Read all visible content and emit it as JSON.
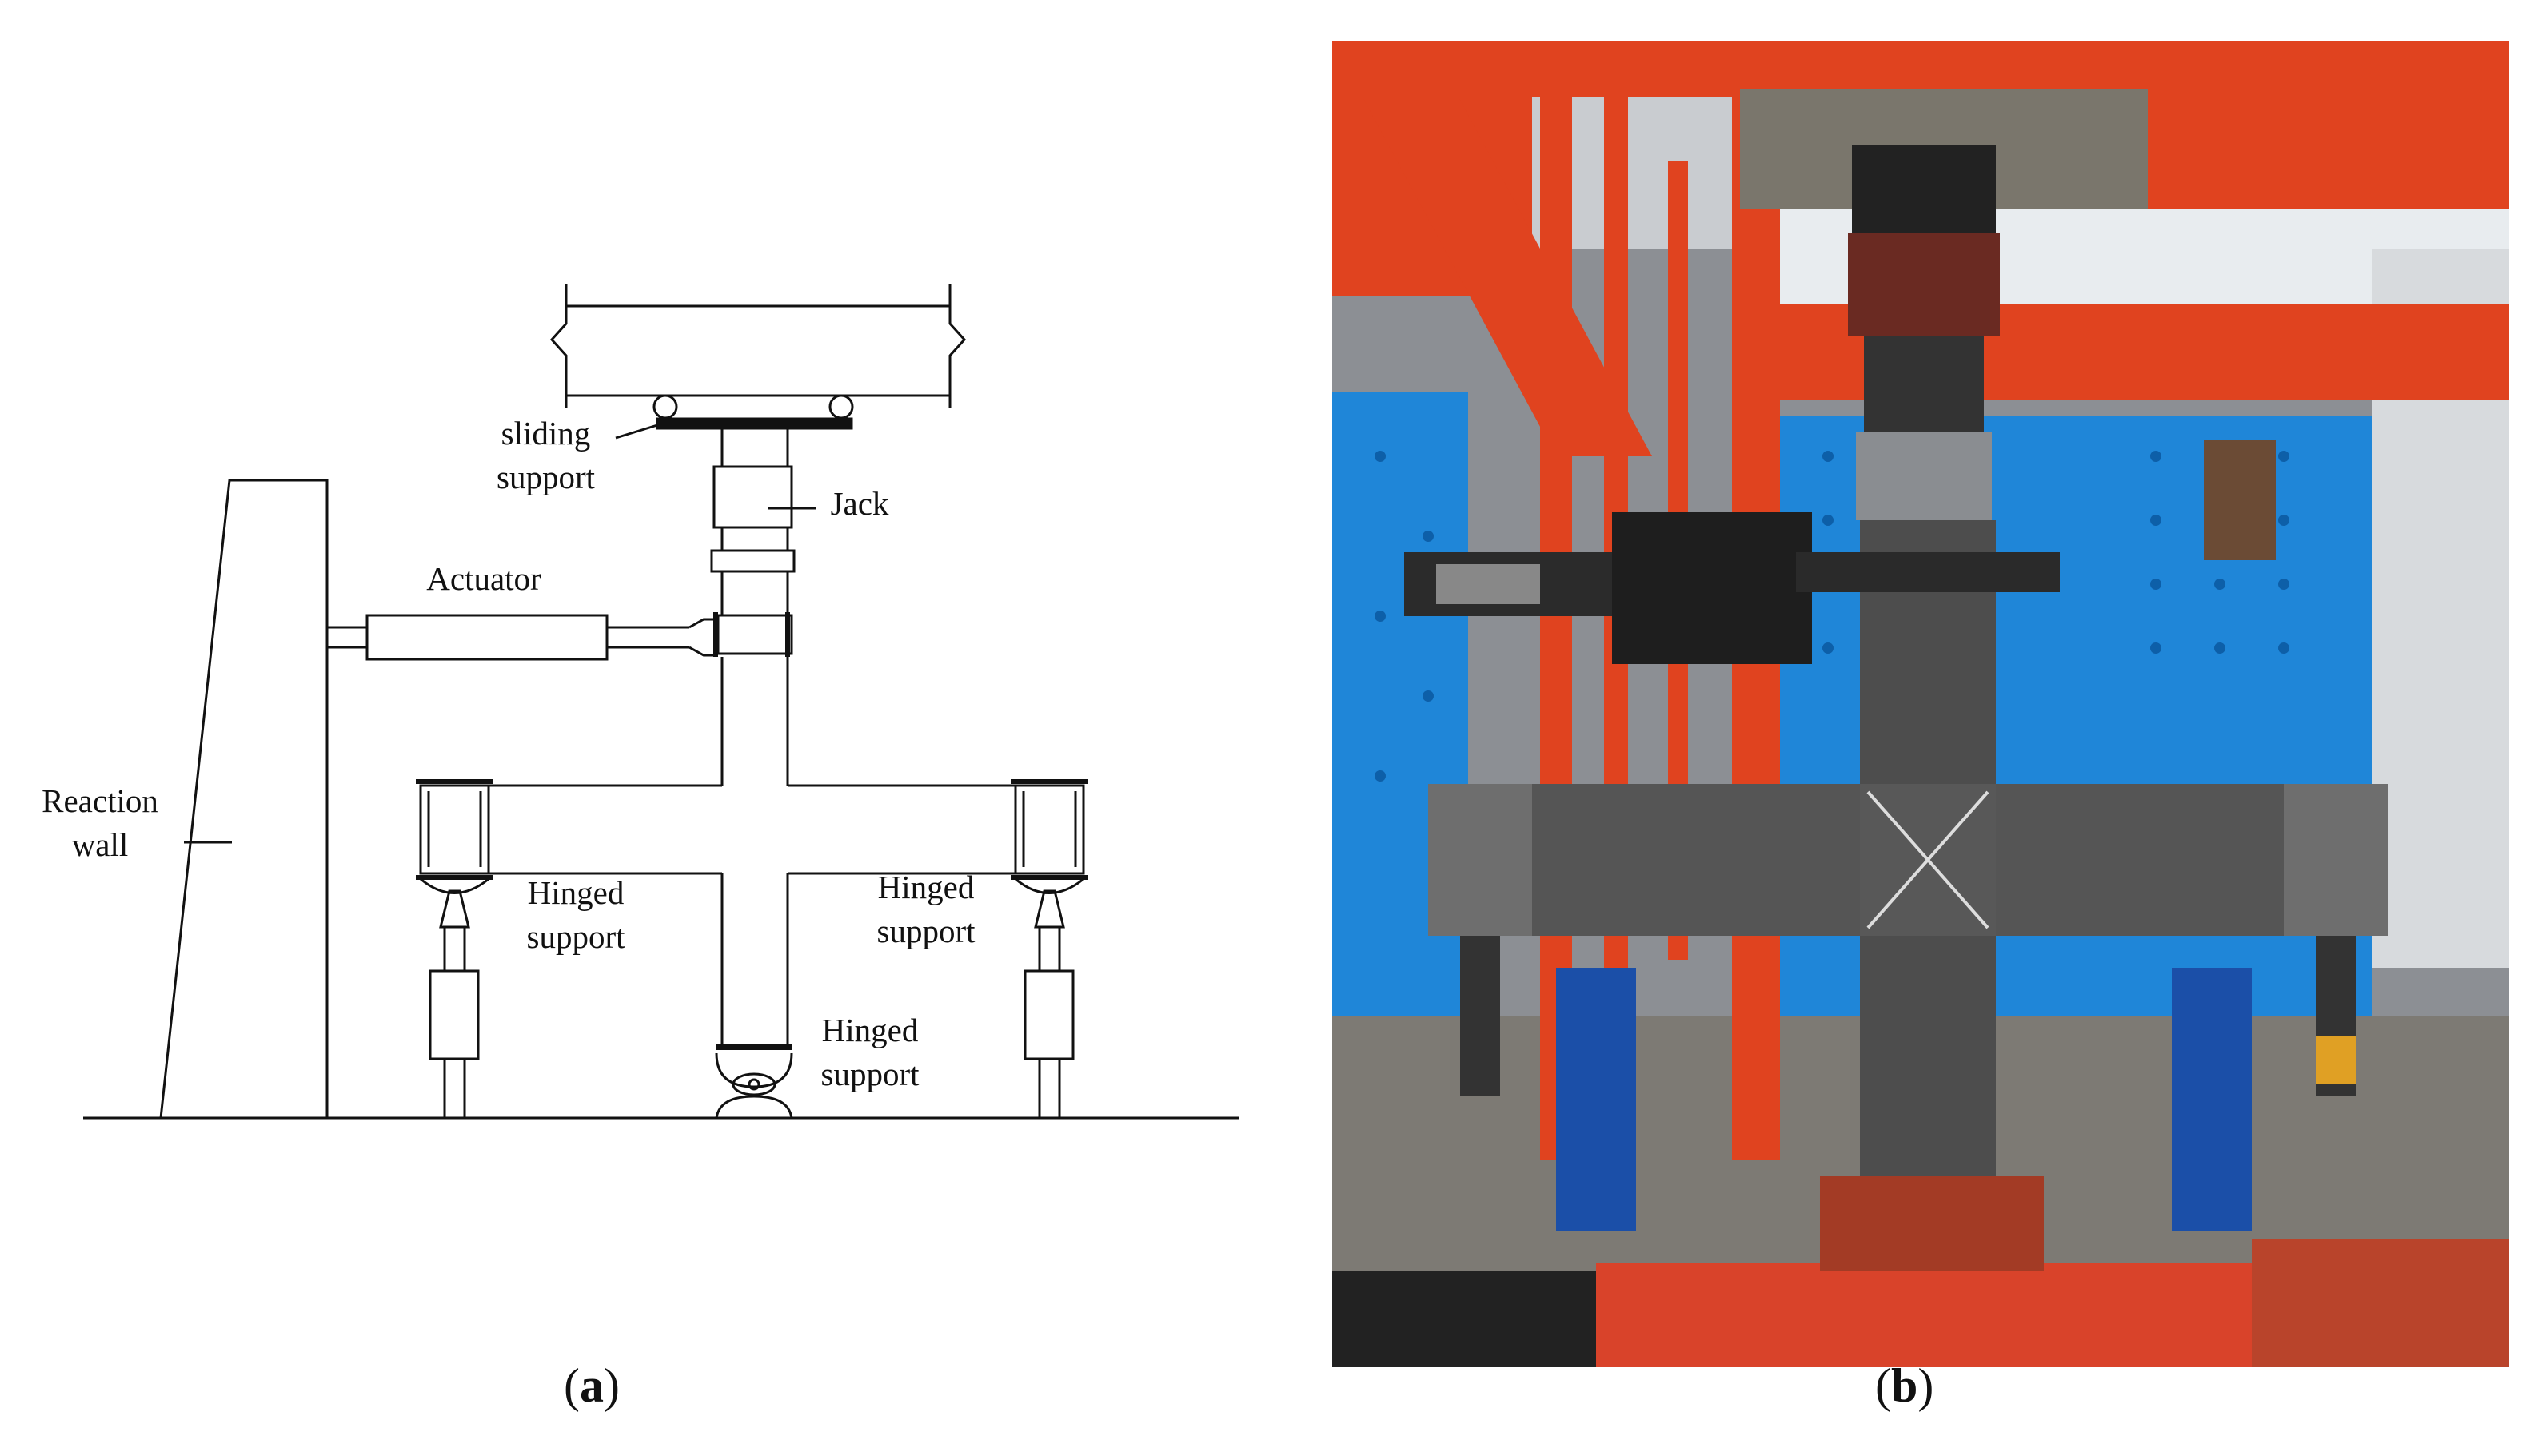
{
  "panel_a": {
    "labels": {
      "sliding_support": "sliding\nsupport",
      "jack": "Jack",
      "actuator": "Actuator",
      "reaction_wall": "Reaction\nwall",
      "hinged_left": "Hinged\nsupport",
      "hinged_right": "Hinged\nsupport",
      "hinged_bottom": "Hinged\nsupport"
    },
    "caption_letter": "a"
  },
  "panel_b": {
    "caption_letter": "b"
  },
  "colors": {
    "frame_orange": "#e0431f",
    "wall_blue": "#1f86d8",
    "specimen_grey": "#4d4d4d",
    "support_blue": "#1b4fa8",
    "line": "#111111"
  }
}
